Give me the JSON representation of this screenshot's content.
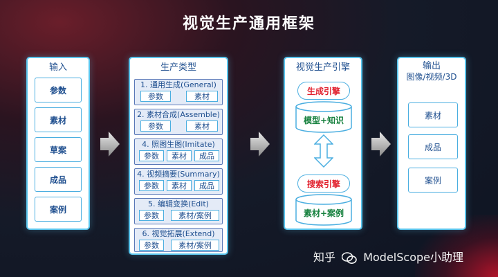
{
  "title": "视觉生产通用框架",
  "input_panel": {
    "title": "输入",
    "items": [
      "参数",
      "素材",
      "草案",
      "成品",
      "案例"
    ]
  },
  "production_panel": {
    "title": "生产类型",
    "groups": [
      {
        "label": "1. 通用生成(General)",
        "chips": [
          "参数",
          "素材"
        ]
      },
      {
        "label": "2. 素材合成(Assemble)",
        "chips": [
          "参数",
          "素材"
        ]
      },
      {
        "label": "4. 照图生图(Imitate)",
        "chips": [
          "参数",
          "素材",
          "成品"
        ]
      },
      {
        "label": "4. 视频摘要(Summary)",
        "chips": [
          "参数",
          "素材",
          "成品"
        ]
      },
      {
        "label": "5. 编辑变换(Edit)",
        "chips": [
          "参数",
          "素材/案例"
        ]
      },
      {
        "label": "6. 视觉拓展(Extend)",
        "chips": [
          "参数",
          "素材/案例"
        ]
      }
    ]
  },
  "engine_panel": {
    "title": "视觉生产引擎",
    "generate_engine": "生成引擎",
    "generate_store": "模型+知识",
    "search_engine": "搜索引擎",
    "search_store": "素材+案例"
  },
  "output_panel": {
    "title": "输出",
    "subtitle": "图像/视频/3D",
    "items": [
      "素材",
      "成品",
      "案例"
    ]
  },
  "watermark": {
    "prefix": "知乎",
    "text": "ModelScope小助理"
  },
  "colors": {
    "panel_border": "#59c4ec",
    "text_blue": "#1f4f8f",
    "engine_red": "#e11f2c",
    "store_green": "#15803d"
  }
}
